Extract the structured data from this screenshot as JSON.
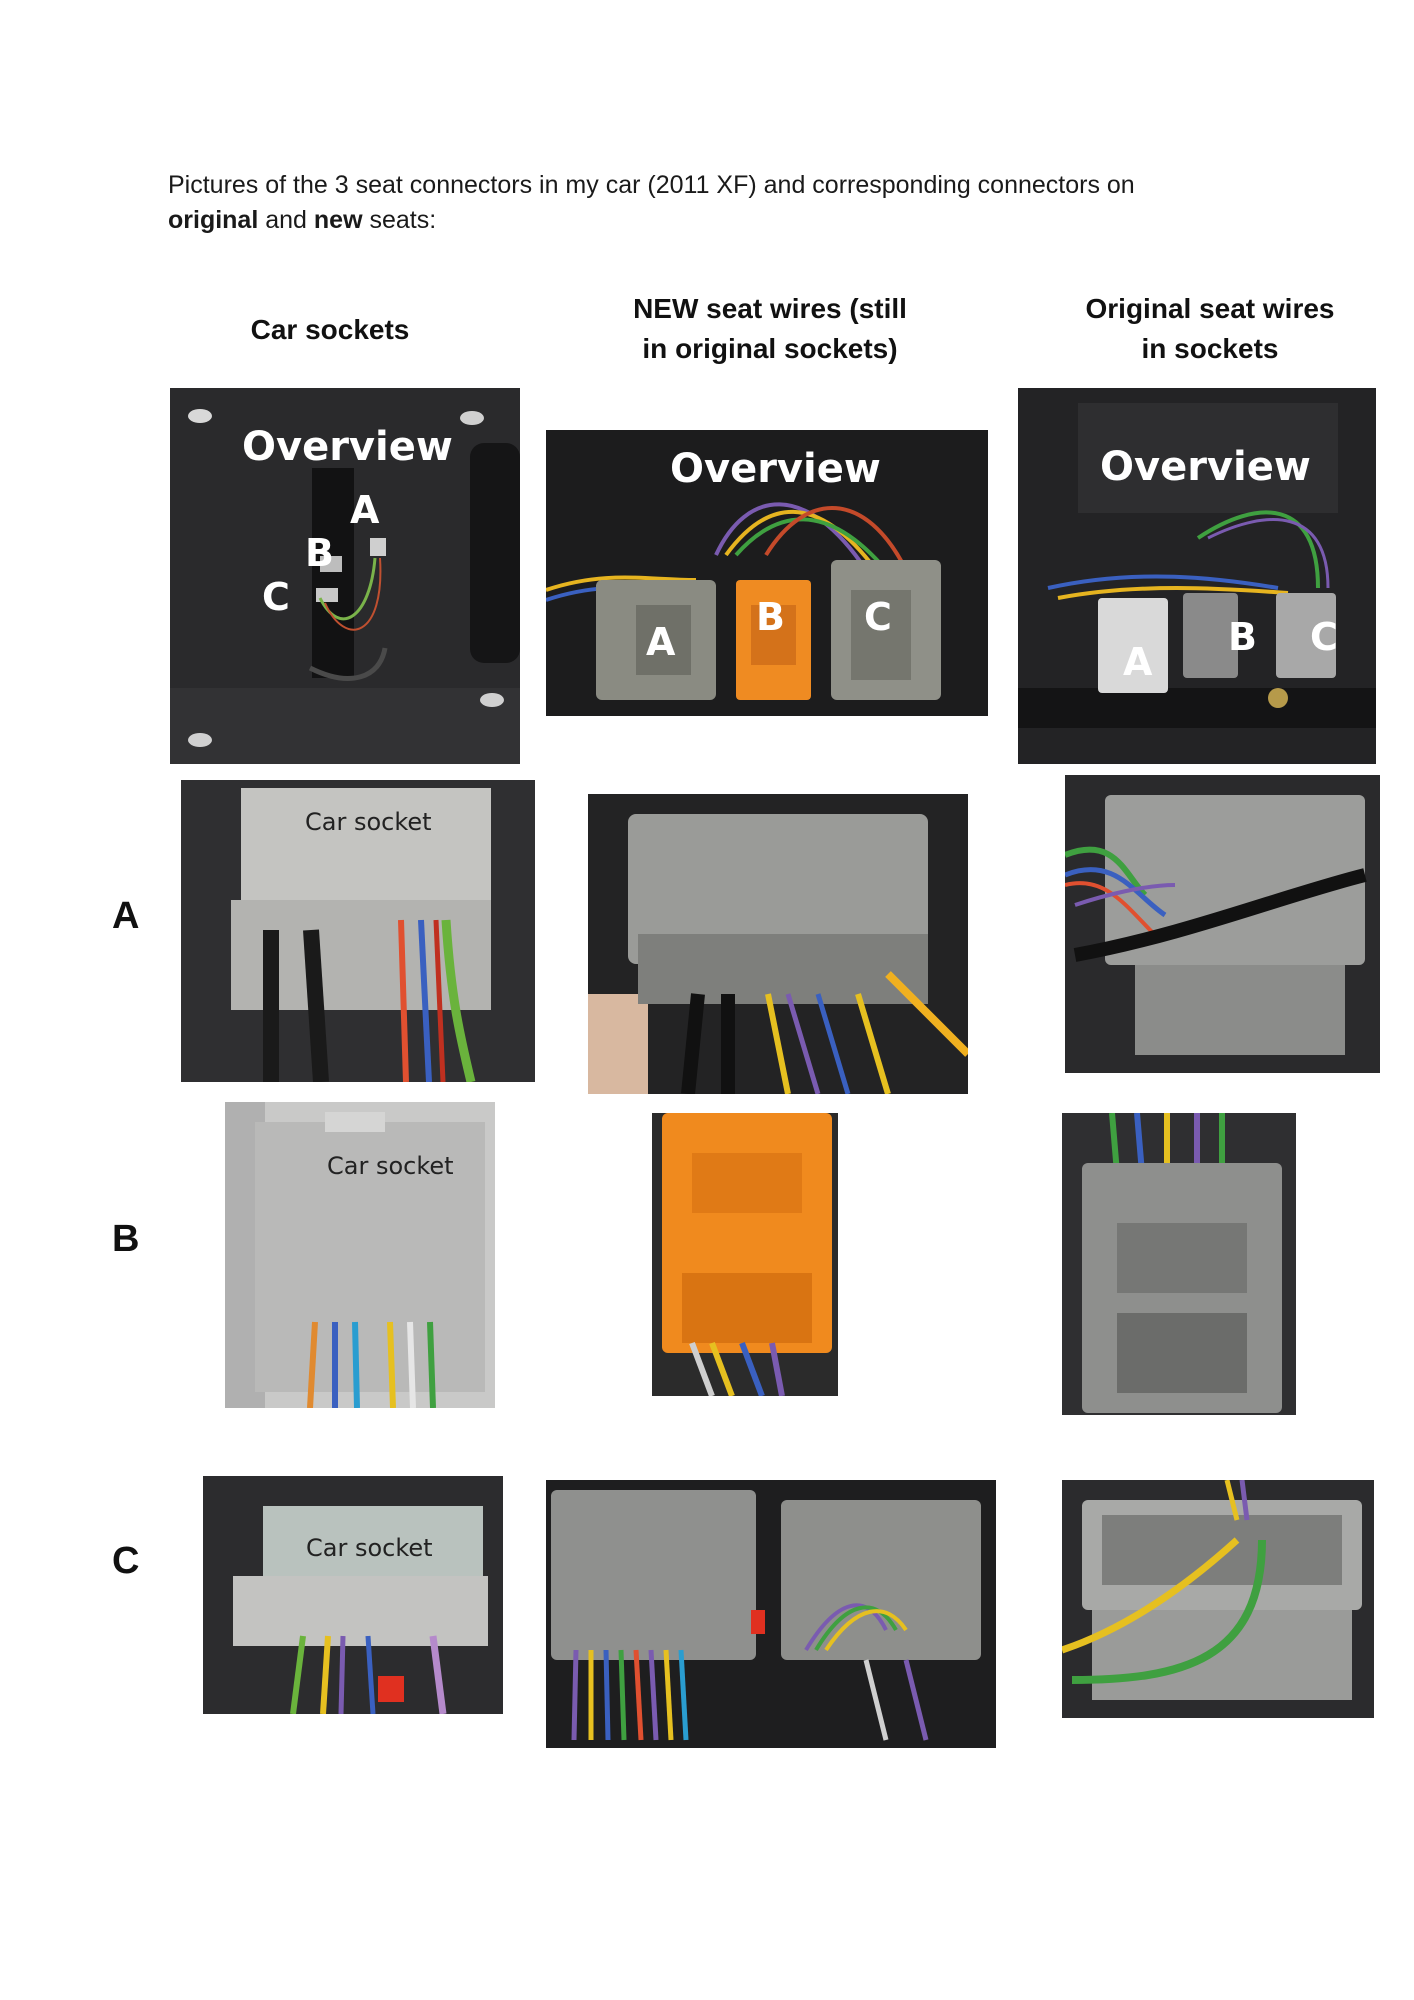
{
  "intro": {
    "line1": "Pictures of the 3 seat connectors in my car (2011 XF) and corresponding connectors on",
    "bold_original": "original",
    "and": " and ",
    "bold_new": "new",
    "tail": " seats:"
  },
  "columns": {
    "car": "Car sockets",
    "new_line1": "NEW seat wires (still",
    "new_line2": "in original sockets)",
    "orig_line1": "Original seat wires",
    "orig_line2": "in sockets"
  },
  "rows": {
    "a": "A",
    "b": "B",
    "c": "C"
  },
  "overlays": {
    "overview": "Overview",
    "car_socket": "Car socket",
    "a": "A",
    "b": "B",
    "c": "C"
  },
  "colors": {
    "grey_connector": "#9a9a97",
    "orange_connector": "#f08a1e",
    "dark_bg": "#1d1d1f"
  }
}
